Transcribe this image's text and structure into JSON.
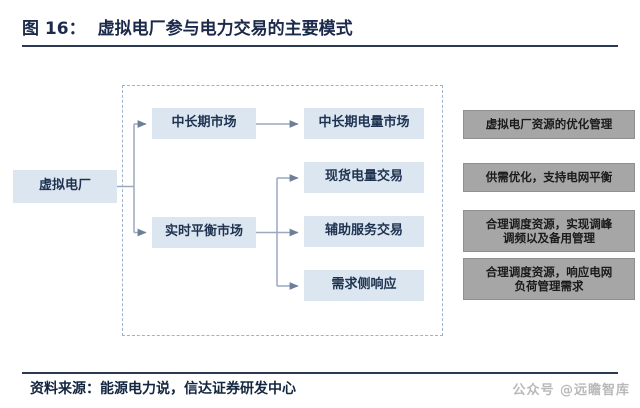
{
  "header": {
    "figure_label": "图 16：",
    "title": "虚拟电厂参与电力交易的主要模式"
  },
  "diagram": {
    "root": {
      "label": "虚拟电厂"
    },
    "markets": [
      {
        "id": "mid-long-market",
        "label": "中长期市场"
      },
      {
        "id": "real-time-balancing-market",
        "label": "实时平衡市场"
      }
    ],
    "transactions": [
      {
        "id": "mid-long-energy-market",
        "label": "中长期电量市场"
      },
      {
        "id": "spot-energy-trading",
        "label": "现货电量交易"
      },
      {
        "id": "ancillary-service-trading",
        "label": "辅助服务交易"
      },
      {
        "id": "demand-side-response",
        "label": "需求侧响应"
      }
    ],
    "outcomes": [
      {
        "id": "vpp-resource-optimization",
        "label": "虚拟电厂资源的优化管理"
      },
      {
        "id": "supply-demand-optimization",
        "label": "供需优化，支持电网平衡"
      },
      {
        "id": "peak-frequency-reserve",
        "label": "合理调度资源，实现调峰\n调频以及备用管理"
      },
      {
        "id": "grid-load-response",
        "label": "合理调度资源，响应电网\n负荷管理需求"
      }
    ]
  },
  "footer": {
    "source": "资料来源：能源电力说，信达证券研发中心",
    "watermark": "公众号 @远瞻智库"
  },
  "colors": {
    "node_blue": "#dce6f1",
    "node_gray": "#a6a6a6",
    "title_text": "#1b2a4a",
    "rule": "#2b3a52",
    "dashed_border": "#9fb2c9",
    "connector": "#9aa9bd"
  }
}
